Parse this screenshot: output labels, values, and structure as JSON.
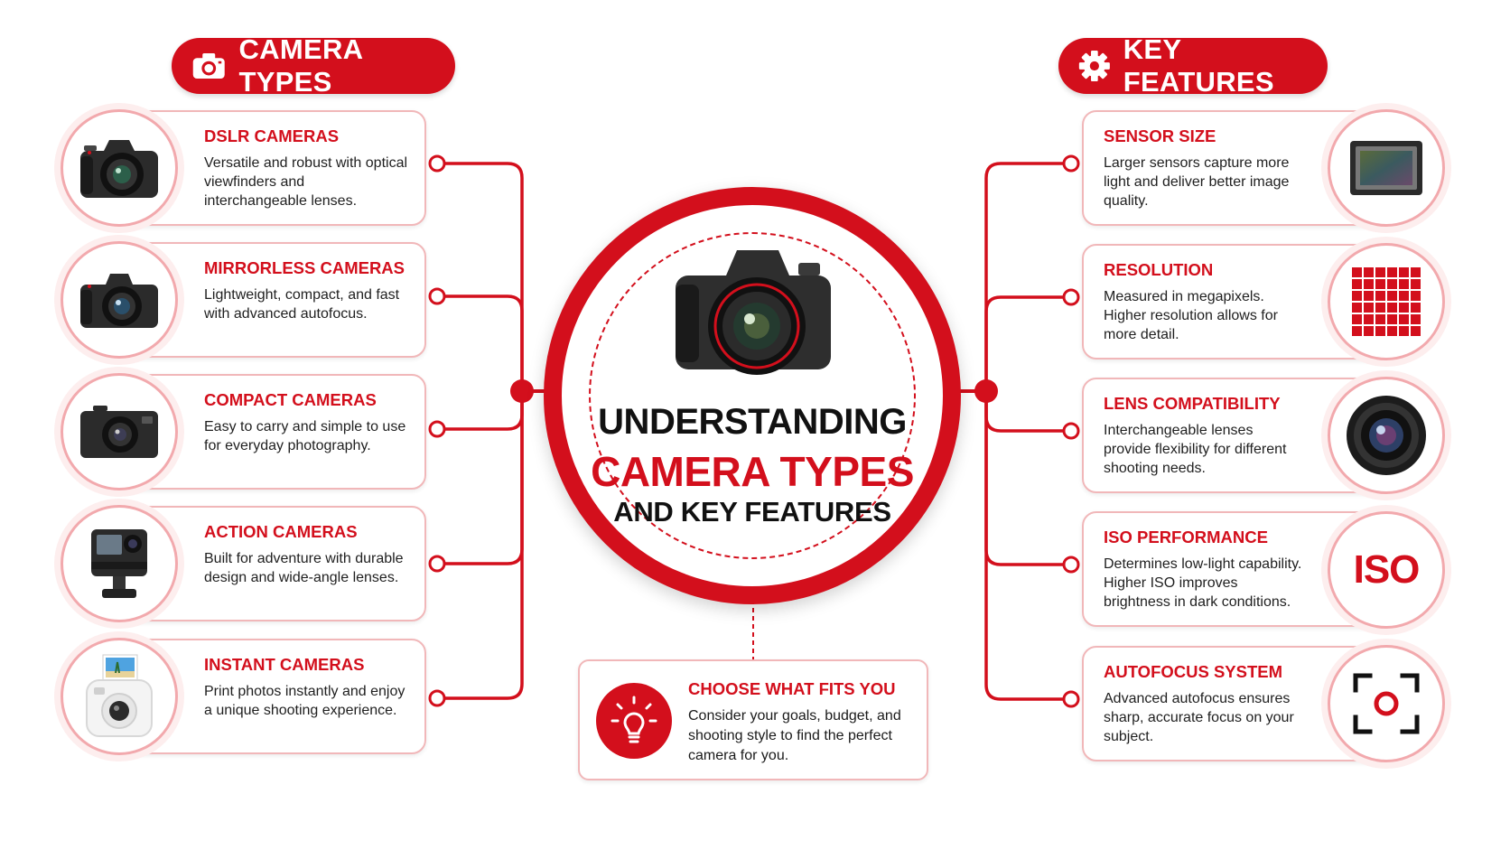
{
  "headers": {
    "left": "CAMERA TYPES",
    "right": "KEY FEATURES"
  },
  "center": {
    "line1": "UNDERSTANDING",
    "line2": "CAMERA TYPES",
    "line3": "AND KEY FEATURES"
  },
  "camera_types": [
    {
      "title": "DSLR CAMERAS",
      "desc": "Versatile and robust with optical viewfinders and interchangeable lenses.",
      "icon": "dslr-camera-icon"
    },
    {
      "title": "MIRRORLESS CAMERAS",
      "desc": "Lightweight, compact, and fast with advanced autofocus.",
      "icon": "mirrorless-camera-icon"
    },
    {
      "title": "COMPACT CAMERAS",
      "desc": "Easy to carry and simple to use for everyday photography.",
      "icon": "compact-camera-icon"
    },
    {
      "title": "ACTION CAMERAS",
      "desc": "Built for adventure with durable design and wide-angle lenses.",
      "icon": "action-camera-icon"
    },
    {
      "title": "INSTANT CAMERAS",
      "desc": "Print photos instantly and enjoy a unique shooting experience.",
      "icon": "instant-camera-icon"
    }
  ],
  "key_features": [
    {
      "title": "SENSOR SIZE",
      "desc": "Larger sensors capture more light and deliver better image quality.",
      "icon": "sensor-icon"
    },
    {
      "title": "RESOLUTION",
      "desc": "Measured in megapixels. Higher resolution allows for more detail.",
      "icon": "pixel-grid-icon"
    },
    {
      "title": "LENS COMPATIBILITY",
      "desc": "Interchangeable lenses provide flexibility for different shooting needs.",
      "icon": "lens-icon"
    },
    {
      "title": "ISO PERFORMANCE",
      "desc": "Determines low-light capability. Higher ISO improves brightness in dark conditions.",
      "icon": "iso-icon",
      "badge_text": "ISO"
    },
    {
      "title": "AUTOFOCUS SYSTEM",
      "desc": "Advanced autofocus ensures sharp, accurate focus on your subject.",
      "icon": "focus-frame-icon"
    }
  ],
  "choose": {
    "title": "CHOOSE WHAT FITS YOU",
    "desc": "Consider your goals, budget, and shooting style to find the perfect camera for you.",
    "icon": "lightbulb-icon"
  },
  "colors": {
    "accent": "#d30f1c",
    "card_border": "#f1b7b9"
  }
}
